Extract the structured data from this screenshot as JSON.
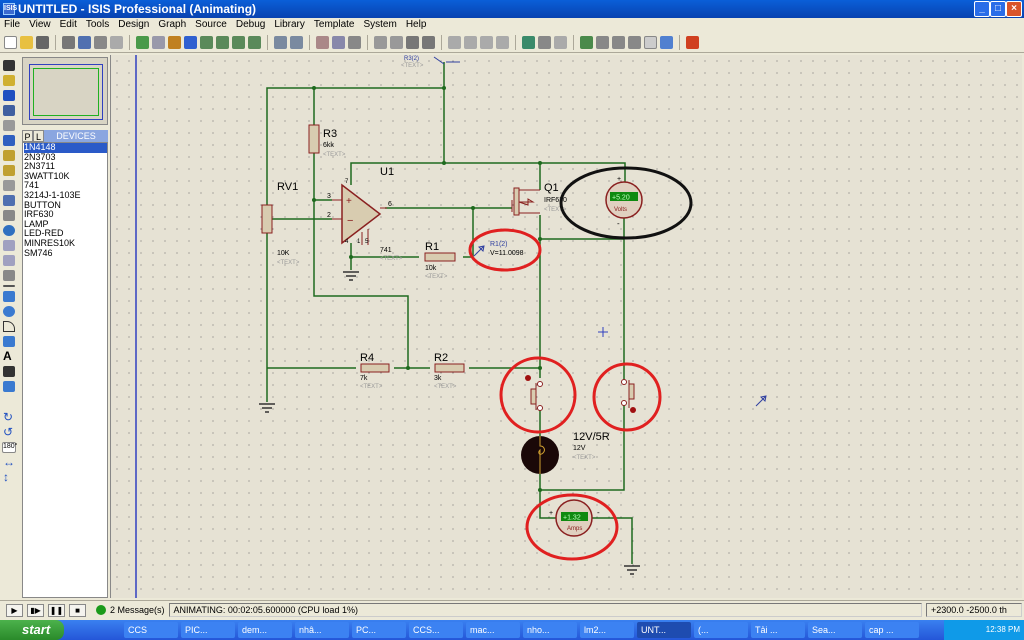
{
  "window": {
    "title": "UNTITLED - ISIS Professional (Animating)",
    "app_icon": "ISIS"
  },
  "menu": [
    "File",
    "View",
    "Edit",
    "Tools",
    "Design",
    "Graph",
    "Source",
    "Debug",
    "Library",
    "Template",
    "System",
    "Help"
  ],
  "devices": {
    "tab_p": "P",
    "tab_l": "L",
    "title": "DEVICES",
    "items": [
      "1N4148",
      "2N3703",
      "2N3711",
      "3WATT10K",
      "741",
      "3214J-1-103E",
      "BUTTON",
      "IRF630",
      "LAMP",
      "LED-RED",
      "MINRES10K",
      "SM746"
    ],
    "selected": "1N4148"
  },
  "schematic": {
    "rv1": {
      "ref": "RV1",
      "value": "10K",
      "text": "<TEXT>"
    },
    "r3": {
      "ref": "R3",
      "value": "6kk",
      "text": "<TEXT>"
    },
    "u1": {
      "ref": "U1",
      "value": "741",
      "text": "<TEXT>",
      "pin3": "3",
      "pin2": "2",
      "pin6": "6",
      "pin7": "7",
      "pin4": "4",
      "pin1": "1",
      "pin5": "5"
    },
    "r1": {
      "ref": "R1",
      "value": "10k",
      "text": "<TEXT>"
    },
    "probe_r1": {
      "label": "R1(2)",
      "reading": "V=11.0098"
    },
    "probe_top": {
      "label": "R3(2)",
      "text": "<TEXT>"
    },
    "q1": {
      "ref": "Q1",
      "value": "IRF630",
      "text": "<TEXT>"
    },
    "voltmeter": {
      "reading": "+5.20",
      "unit": "Volts",
      "plus": "+",
      "minus": "-"
    },
    "r4": {
      "ref": "R4",
      "value": "7k",
      "text": "<TEXT>"
    },
    "r2": {
      "ref": "R2",
      "value": "3k",
      "text": "<TEXT>"
    },
    "lamp": {
      "ref": "12V/5R",
      "value": "12V",
      "text": "<TEXT>"
    },
    "ammeter": {
      "reading": "+1.32",
      "unit": "Amps",
      "plus": "+",
      "minus": "-"
    }
  },
  "status": {
    "messages": "2 Message(s)",
    "animating": "ANIMATING: 00:02:05.600000 (CPU load 1%)",
    "coord_x": "+2300.0",
    "coord_y": "-2500.0",
    "units": "th",
    "rotation": "180°"
  },
  "taskbar": {
    "start": "start",
    "tasks": [
      "CCS",
      "PIC...",
      "dem...",
      "nhâ...",
      "PC...",
      "CCS...",
      "mac...",
      "nho...",
      "lm2...",
      "UNT...",
      "(...",
      "Tải ...",
      "Sea...",
      "cap ..."
    ],
    "active": "UNT...",
    "clock": "12:38 PM"
  }
}
